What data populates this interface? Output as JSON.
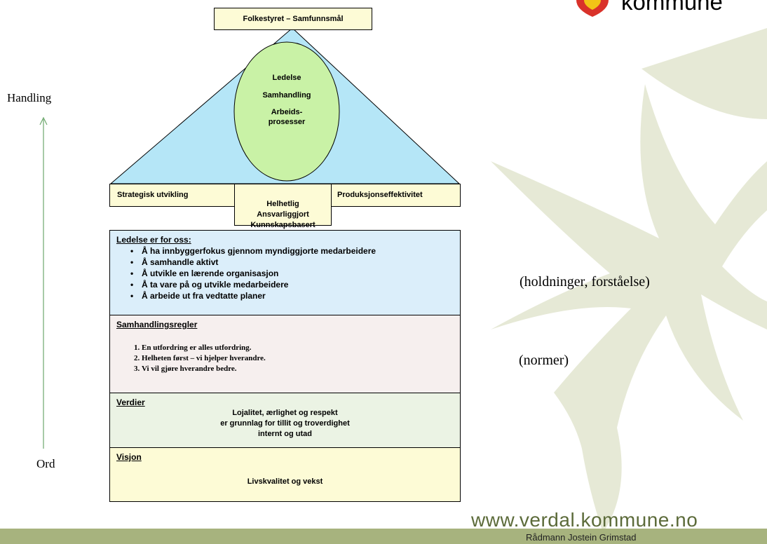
{
  "brand": {
    "logo_text": "kommune",
    "url": "www.verdal.kommune.no",
    "author": "Rådmann Jostein Grimstad",
    "colors": {
      "green": "#a7b37e",
      "light_green": "#e3e7d0",
      "heart_red": "#d9322a",
      "heart_yellow": "#f2c316"
    }
  },
  "side": {
    "top_label": "Handling",
    "bottom_label": "Ord"
  },
  "roof": {
    "top_box": "Folkestyret – Samfunnsmål",
    "ellipse_lines": [
      "Ledelse",
      "Samhandling",
      "Arbeids-\nprosesser"
    ],
    "left_box": "Strategisk utvikling",
    "center_box": "Helhetlig\nAnsvarliggjort\nKunnskapsbasert",
    "right_box": "Produksjonseffektivitet"
  },
  "sections": {
    "ledelse": {
      "title": "Ledelse er for oss:",
      "items": [
        "Å ha innbyggerfokus gjennom myndiggjorte medarbeidere",
        "Å samhandle aktivt",
        "Å utvikle en lærende organisasjon",
        "Å ta vare på og utvikle medarbeidere",
        "Å arbeide ut fra vedtatte planer"
      ]
    },
    "samhandling": {
      "title": "Samhandlingsregler",
      "items": [
        "En utfordring er alles utfordring.",
        "Helheten først – vi hjelper hverandre.",
        "Vi vil gjøre hverandre bedre."
      ]
    },
    "verdier": {
      "title": "Verdier",
      "text": "Lojalitet, ærlighet og respekt\ner grunnlag for tillit og troverdighet\ninternt og utad"
    },
    "visjon": {
      "title": "Visjon",
      "text": "Livskvalitet og vekst"
    }
  },
  "annotations": {
    "holdninger": "(holdninger, forståelse)",
    "normer": "(normer)"
  }
}
